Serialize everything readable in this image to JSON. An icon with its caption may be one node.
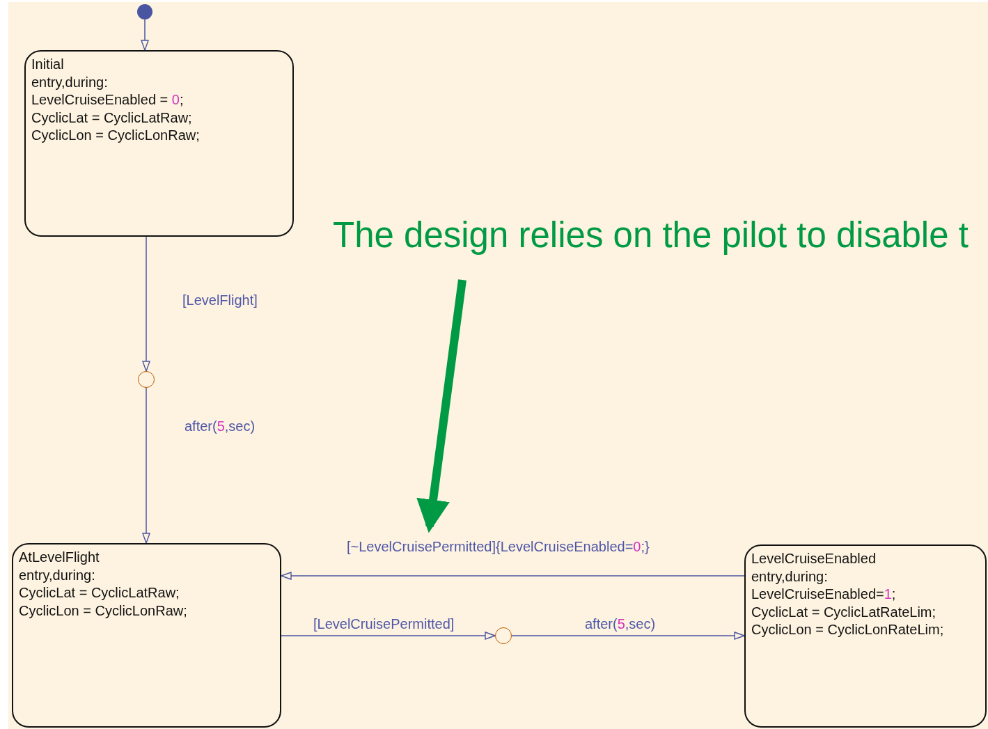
{
  "diagram": {
    "nodes": [
      {
        "text": [],
        "shape": "circle"
      },
      {
        "text": [
          "Initial",
          "entry,during:",
          "LevelCruiseEnabled = 0;",
          "CyclicLat = CyclicLatRaw;",
          "CyclicLon = CyclicLonRaw;"
        ]
      },
      {
        "text": [],
        "shape": "circle"
      },
      {
        "text": [
          "AtLevelFlight",
          "entry,during:",
          "CyclicLat = CyclicLatRaw;",
          "CyclicLon = CyclicLonRaw;"
        ]
      },
      {
        "text": [],
        "shape": "circle"
      },
      {
        "text": [
          "LevelCruiseEnabled",
          "entry,during:",
          "LevelCruiseEnabled=1;",
          "CyclicLat = CyclicLatRateLim;",
          "CyclicLon = CyclicLonRateLim;"
        ]
      },
      {
        "text": [
          "The design relies on the pilot to disable t"
        ]
      }
    ],
    "edges": [
      {
        "from": 0,
        "to": 1,
        "arrow": "to"
      },
      {
        "from": 1,
        "to": 2,
        "arrow": "to",
        "label": "[LevelFlight]"
      },
      {
        "from": 2,
        "to": 3,
        "arrow": "to",
        "label": "after(5,sec)"
      },
      {
        "from": 5,
        "to": 3,
        "arrow": "to",
        "label": "[~LevelCruisePermitted]{LevelCruiseEnabled=0;}"
      },
      {
        "from": 3,
        "to": 4,
        "arrow": "to",
        "label": "[LevelCruisePermitted]"
      },
      {
        "from": 4,
        "to": 5,
        "arrow": "to",
        "label": "after(5,sec)"
      },
      {
        "from": 6,
        "to": null,
        "arrow": "to",
        "style": "thick",
        "color": "#009a44"
      }
    ]
  }
}
